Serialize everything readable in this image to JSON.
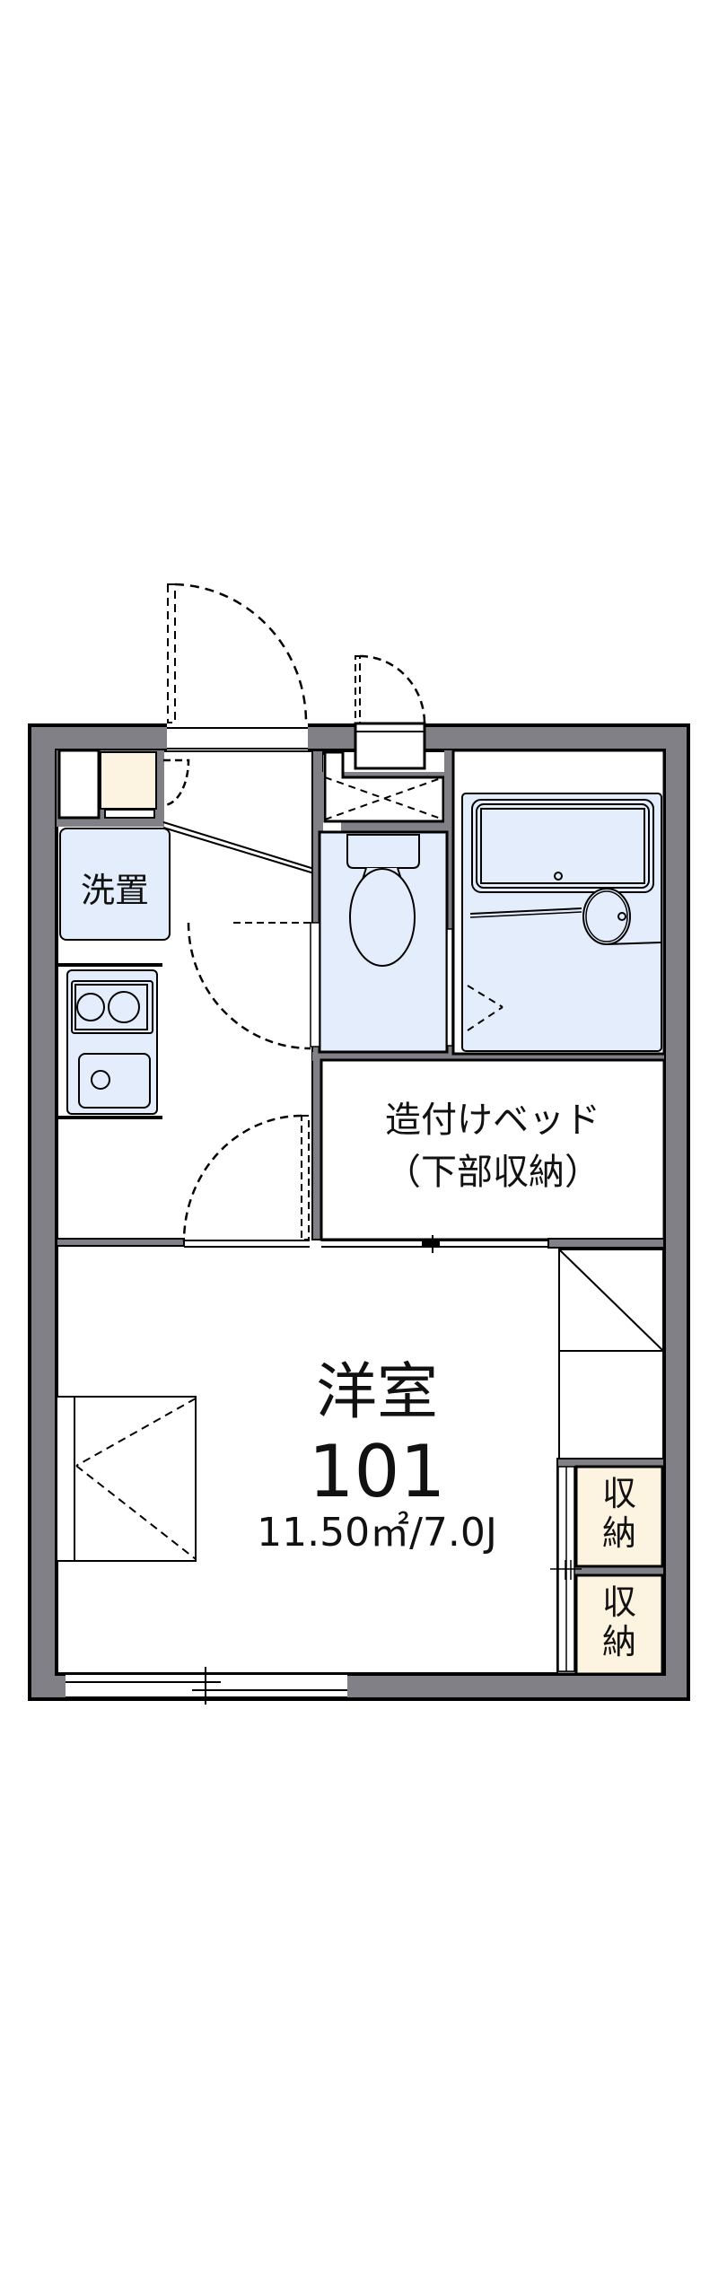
{
  "floor_plan": {
    "unit_number": "101",
    "colors": {
      "wall_fill": "#808086",
      "wall_outline": "#000000",
      "wet_area": "#e3edfc",
      "storage": "#fdf3e1",
      "floor": "#ffffff"
    },
    "rooms": {
      "washer": {
        "label": "洗置"
      },
      "built_in_bed": {
        "line1": "造付けベッド",
        "line2": "（下部収納）"
      },
      "western_room": {
        "label": "洋室",
        "unit": "101",
        "area": "11.50㎡/7.0J"
      },
      "storage_1": {
        "char1": "収",
        "char2": "納"
      },
      "storage_2": {
        "char1": "収",
        "char2": "納"
      }
    },
    "fixtures": [
      "entrance-door",
      "shoe-closet",
      "washer-space",
      "kitchen-stove",
      "kitchen-sink",
      "toilet",
      "unit-bath",
      "built-in-bed",
      "bay-window",
      "sliding-window",
      "closet",
      "stairs-cabinet"
    ]
  }
}
